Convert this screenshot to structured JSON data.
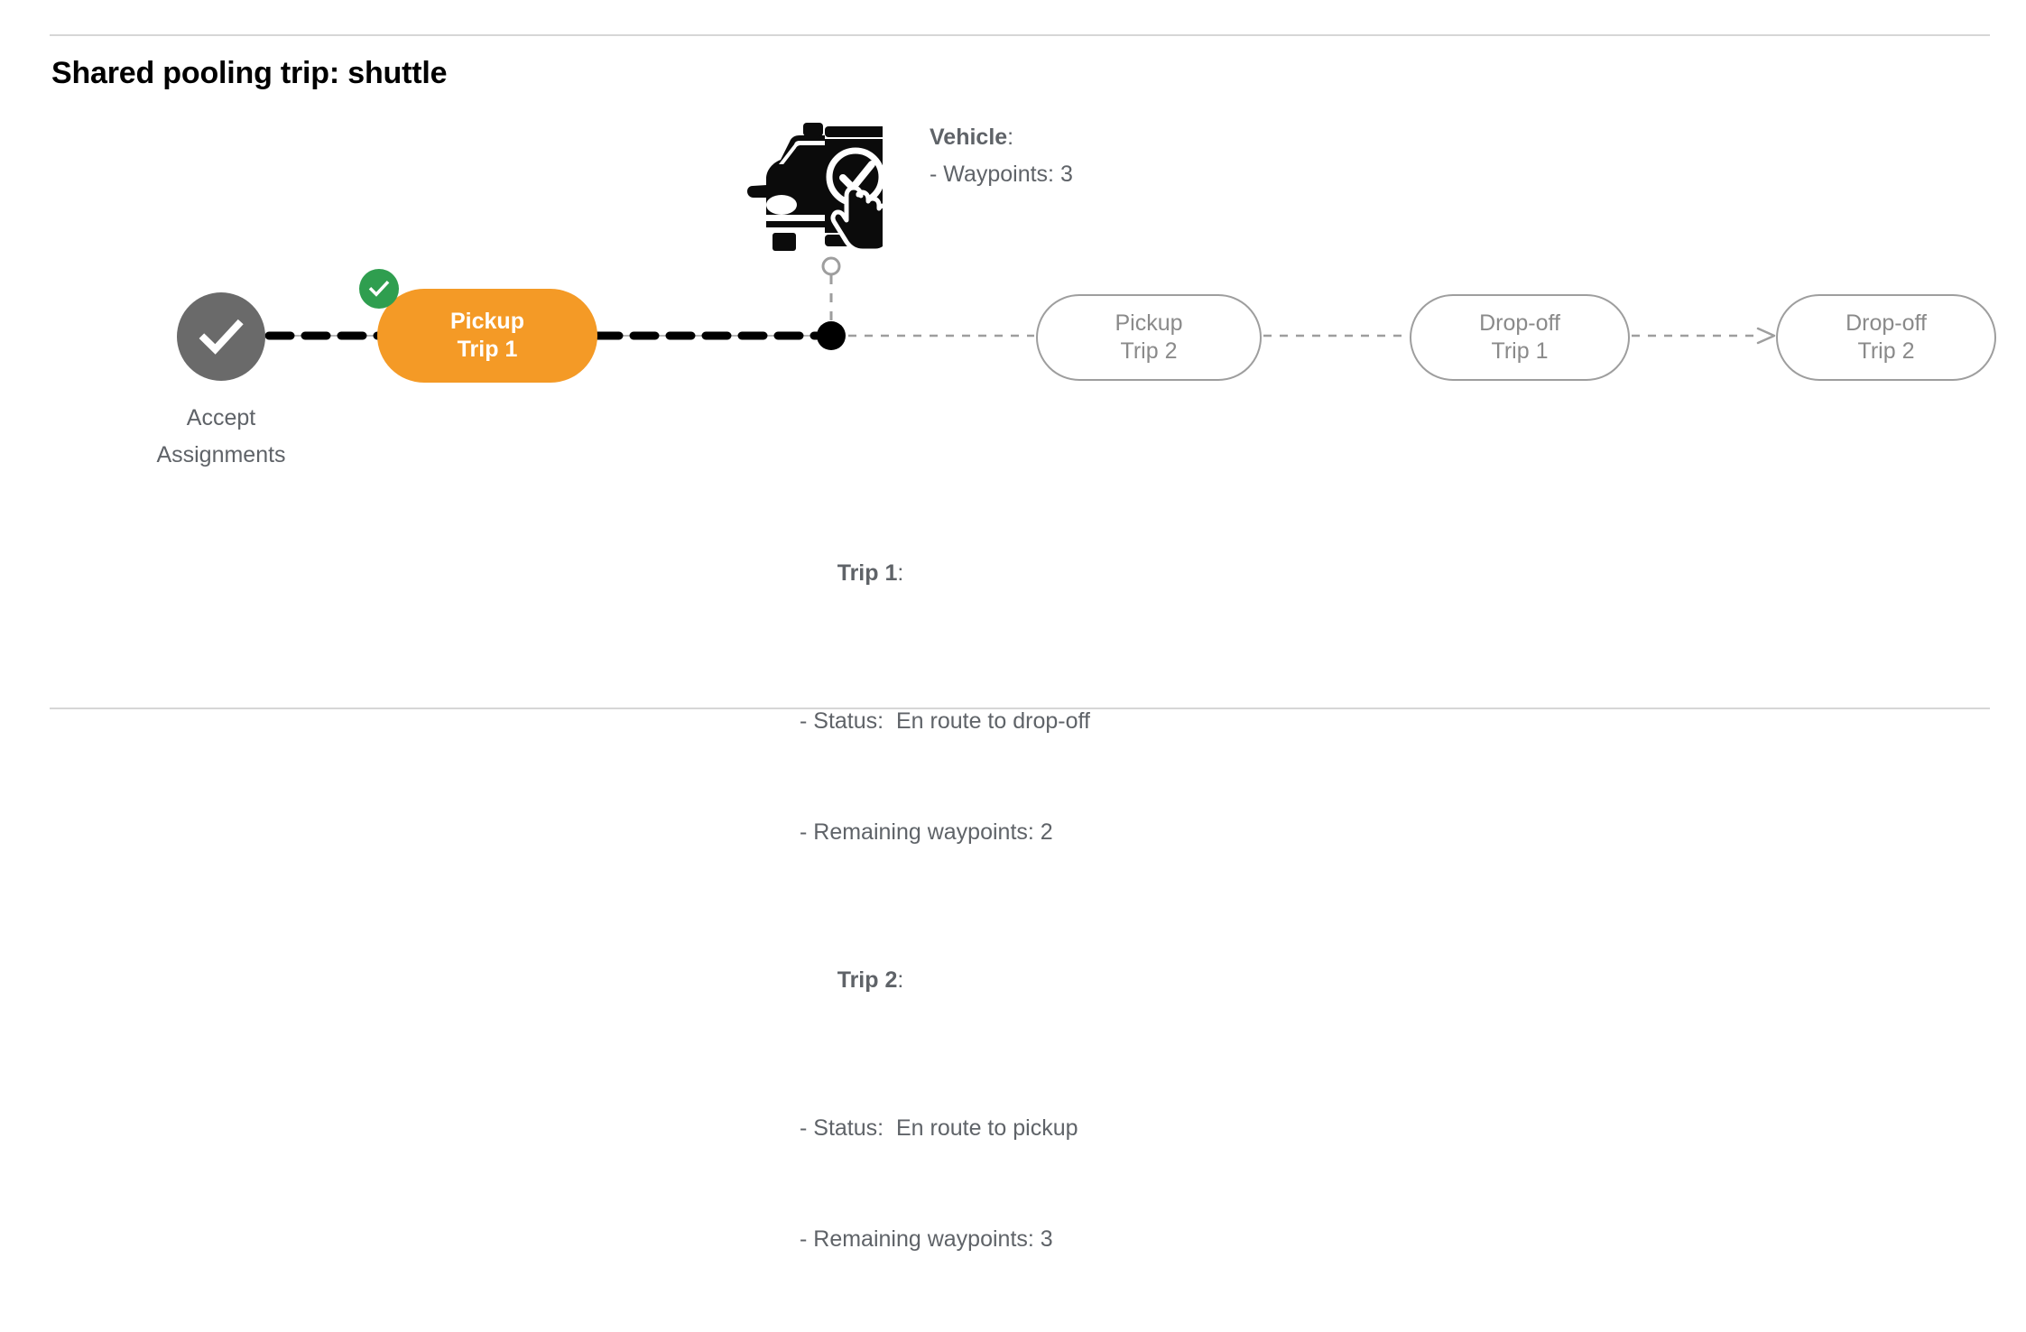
{
  "page": {
    "title": "Shared pooling trip: shuttle",
    "background": "#ffffff"
  },
  "colors": {
    "active_pill": "#f49a26",
    "pending_pill_border": "#9e9e9e",
    "pending_pill_text": "#8a8a8a",
    "accept_node": "#6a6a6a",
    "badge_green": "#2f9e4f",
    "text_gray": "#5f6368",
    "divider": "#d6d6d6",
    "completed_path": "#000000",
    "pending_path": "#9e9e9e"
  },
  "flow": {
    "start_node": {
      "icon": "check-circle-icon",
      "label_line1": "Accept",
      "label_line2": "Assignments",
      "state": "completed"
    },
    "steps": [
      {
        "id": "pickup-trip-1",
        "line1": "Pickup",
        "line2": "Trip 1",
        "state": "completed",
        "badge": "check-badge-icon"
      },
      {
        "id": "pickup-trip-2",
        "line1": "Pickup",
        "line2": "Trip 2",
        "state": "pending"
      },
      {
        "id": "dropoff-trip-1",
        "line1": "Drop-off",
        "line2": "Trip 1",
        "state": "pending"
      },
      {
        "id": "dropoff-trip-2",
        "line1": "Drop-off",
        "line2": "Trip 2",
        "state": "pending"
      }
    ],
    "current_position_marker": "vehicle-position-dot"
  },
  "vehicle": {
    "icon": "vehicle-phone-check-icon",
    "heading": "Vehicle",
    "heading_suffix": ":",
    "waypoints_line": "- Waypoints: 3",
    "waypoints": 3
  },
  "trips": [
    {
      "heading": "Trip 1",
      "heading_suffix": ":",
      "status_line": "- Status:  En route to drop-off",
      "status": "En route to drop-off",
      "waypoints_line": "- Remaining waypoints: 2",
      "remaining_waypoints": 2
    },
    {
      "heading": "Trip 2",
      "heading_suffix": ":",
      "status_line": "- Status:  En route to pickup",
      "status": "En route to pickup",
      "waypoints_line": "- Remaining waypoints: 3",
      "remaining_waypoints": 3
    }
  ]
}
